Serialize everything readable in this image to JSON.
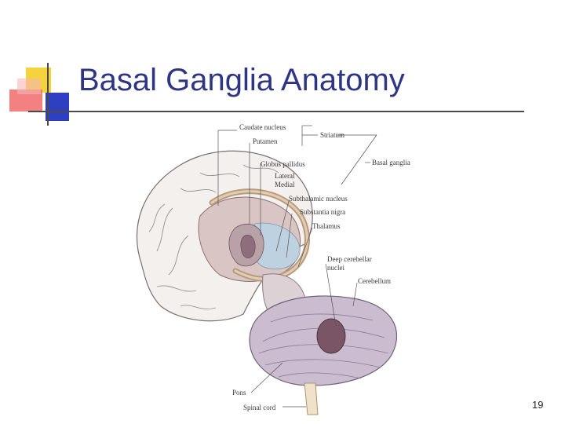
{
  "slide": {
    "title": "Basal Ganglia Anatomy",
    "page_number": "19",
    "accent_colors": {
      "title_text": "#2e3583",
      "square_yellow": "#f5d33c",
      "square_blue": "#2f3fc2",
      "square_red": "#f26b6b",
      "rule": "#4a4a4a"
    }
  },
  "diagram": {
    "labels": {
      "caudate": "Caudate nucleus",
      "putamen": "Putamen",
      "striatum": "Striatum",
      "globus_pallidus": "Globus pallidus",
      "lateral": "Lateral",
      "medial": "Medial",
      "basal_ganglia": "Basal ganglia",
      "subthalamic": "Subthalamic nucleus",
      "substantia_nigra": "Substantia nigra",
      "thalamus": "Thalamus",
      "deep_cerebellar_1": "Deep cerebellar",
      "deep_cerebellar_2": "nuclei",
      "cerebellum": "Cerebellum",
      "pons": "Pons",
      "spinal_cord": "Spinal cord"
    }
  }
}
